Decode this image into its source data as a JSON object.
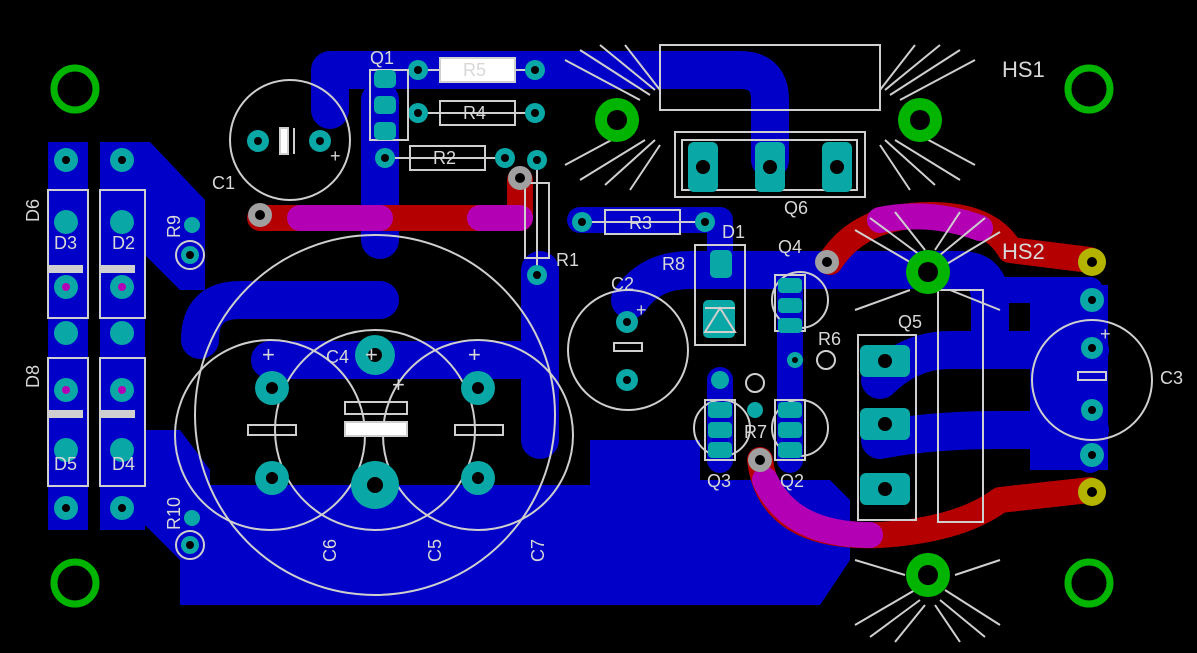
{
  "board": {
    "colors": {
      "background": "#000000",
      "bottom_copper": "#0000c8",
      "top_copper": "#b40000",
      "overlap": "#b400b4",
      "pad": "#0aa7a7",
      "mounting_hole": "#00b400",
      "edge_pad": "#b4b400",
      "silkscreen": "#cfcfcf"
    },
    "labels": {
      "Q1": "Q1",
      "R5": "R5",
      "R4": "R4",
      "R2": "R2",
      "R1": "R1",
      "R3": "R3",
      "C1": "C1",
      "C2": "C2",
      "C3": "C3",
      "C4": "C4",
      "C5": "C5",
      "C6": "C6",
      "C7": "C7",
      "D1": "D1",
      "D2": "D2",
      "D3": "D3",
      "D4": "D4",
      "D5": "D5",
      "D6": "D6",
      "D8": "D8",
      "R6": "R6",
      "R7": "R7",
      "R8": "R8",
      "R9": "R9",
      "R10": "R10",
      "Q2": "Q2",
      "Q3": "Q3",
      "Q4": "Q4",
      "Q5": "Q5",
      "Q6": "Q6",
      "HS1": "HS1",
      "HS2": "HS2"
    },
    "polarity_mark": "+"
  }
}
